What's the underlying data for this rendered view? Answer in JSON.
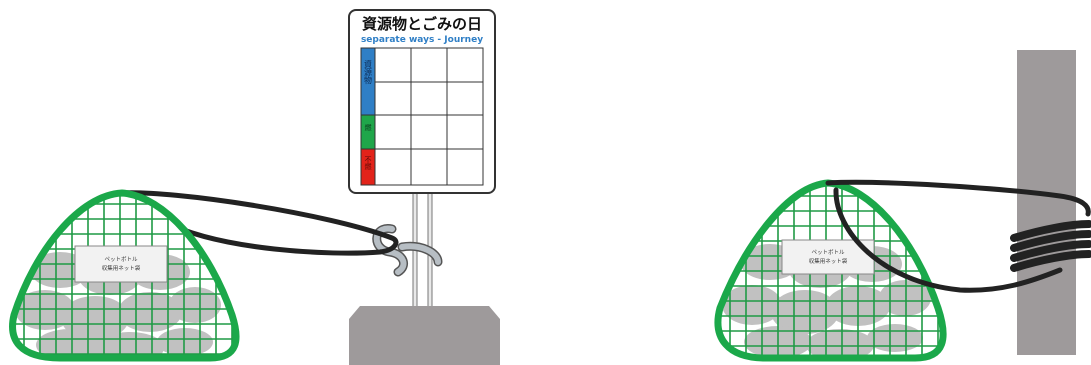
{
  "sign": {
    "title": "資源物とごみの日",
    "subtitle": "separate ways - Journey",
    "rows": [
      {
        "label": "資源物",
        "color": "#2f7fc6"
      },
      {
        "label": "燃",
        "color": "#1fa64a"
      },
      {
        "label": "不燃",
        "color": "#e2231a"
      }
    ]
  },
  "tag_left": {
    "line1": "ペットボトル",
    "line2": "収集用ネット袋"
  },
  "tag_right": {
    "line1": "ペットボトル",
    "line2": "収集用ネット袋"
  },
  "colors": {
    "net_green": "#1ba84a",
    "grid_green": "#1f9a45",
    "post_gray": "#9e9a9b",
    "rope": "#222222",
    "hook_fill": "#a9b0b6"
  }
}
